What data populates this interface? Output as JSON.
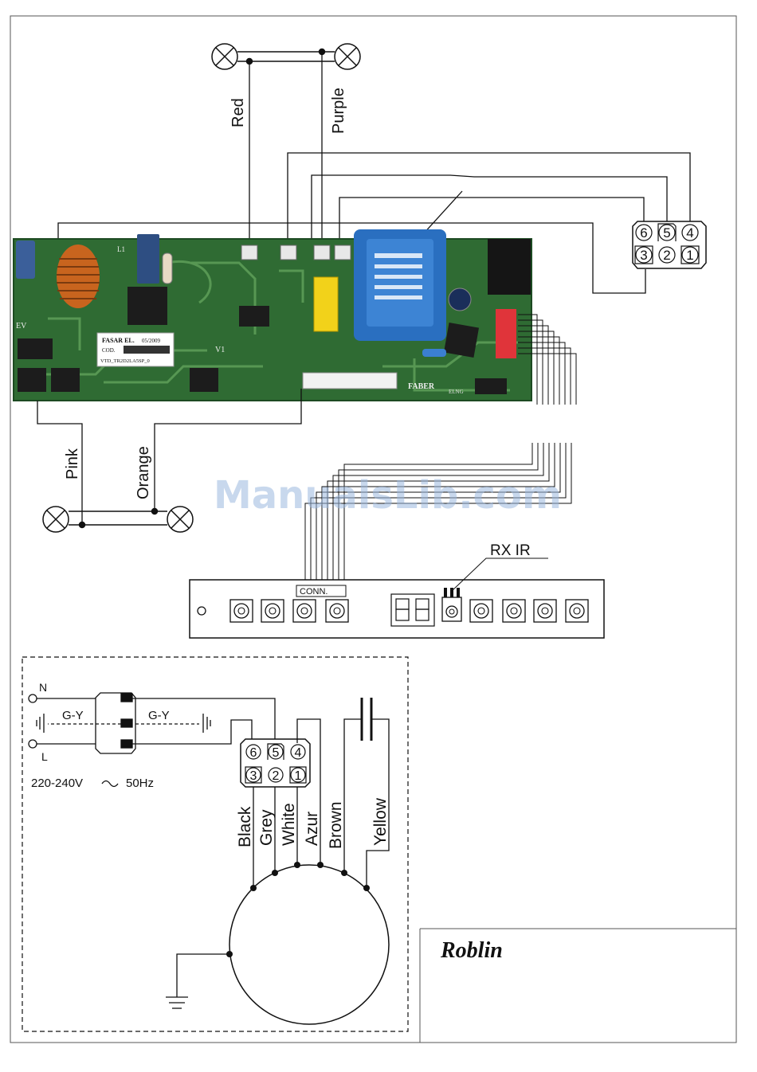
{
  "watermark": "ManualsLib.com",
  "wire_labels": {
    "red": "Red",
    "purple": "Purple",
    "pink": "Pink",
    "orange": "Orange",
    "black": "Black",
    "grey": "Grey",
    "white": "White",
    "azur": "Azur",
    "brown": "Brown",
    "yellow": "Yellow"
  },
  "connector_pins": [
    "6",
    "5",
    "4",
    "3",
    "2",
    "1"
  ],
  "keypad": {
    "conn_label": "CONN.",
    "rx_label": "RX IR"
  },
  "mains": {
    "n_label": "N",
    "l_label": "L",
    "gy_label_1": "G-Y",
    "gy_label_2": "G-Y",
    "voltage": "220-240V",
    "frequency": "50Hz"
  },
  "pcb": {
    "maker": "FASAR EL.",
    "date": "05/2009",
    "cod": "COD.",
    "part": "VTD_TR2D2LA5SP_0",
    "brand": "FABER",
    "board": "ELNG",
    "ev": "EV",
    "l1": "L1",
    "v1": "V1"
  },
  "brand": "Roblin",
  "colors": {
    "pcb_green": "#2f6b33",
    "transformer_blue": "#2a6fc0",
    "capacitor_yellow": "#f2d21a",
    "connector_red": "#e0343a",
    "coil_copper": "#c8641e"
  }
}
